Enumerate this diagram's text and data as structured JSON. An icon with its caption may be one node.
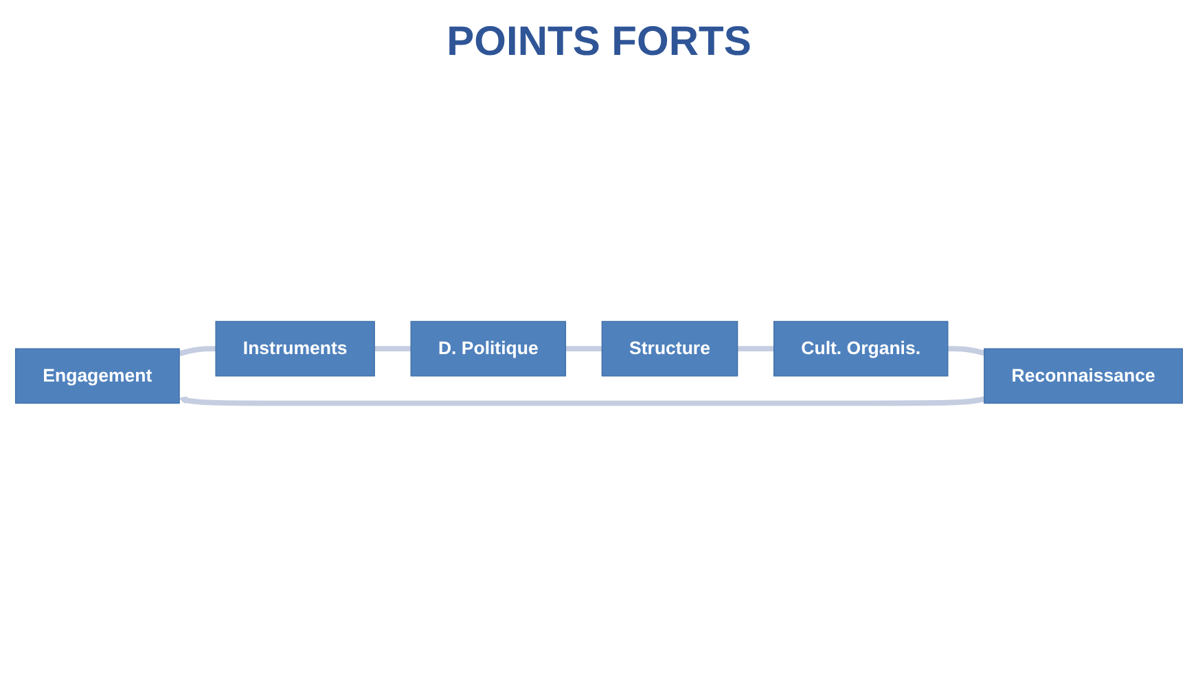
{
  "diagram": {
    "title": "POINTS FORTS",
    "nodes": [
      {
        "text": [
          "Engagement"
        ]
      },
      {
        "text": [
          "Instruments"
        ]
      },
      {
        "text": [
          "D. Politique"
        ]
      },
      {
        "text": [
          "Structure"
        ]
      },
      {
        "text": [
          "Cult. Organis."
        ]
      },
      {
        "text": [
          "Reconnaissance"
        ]
      }
    ],
    "edges": [
      {
        "from": 0,
        "to": 1,
        "arrow": "none"
      },
      {
        "from": 1,
        "to": 2,
        "arrow": "none"
      },
      {
        "from": 2,
        "to": 3,
        "arrow": "none"
      },
      {
        "from": 3,
        "to": 4,
        "arrow": "none"
      },
      {
        "from": 4,
        "to": 5,
        "arrow": "none"
      },
      {
        "from": 5,
        "to": 0,
        "arrow": "to"
      }
    ]
  }
}
